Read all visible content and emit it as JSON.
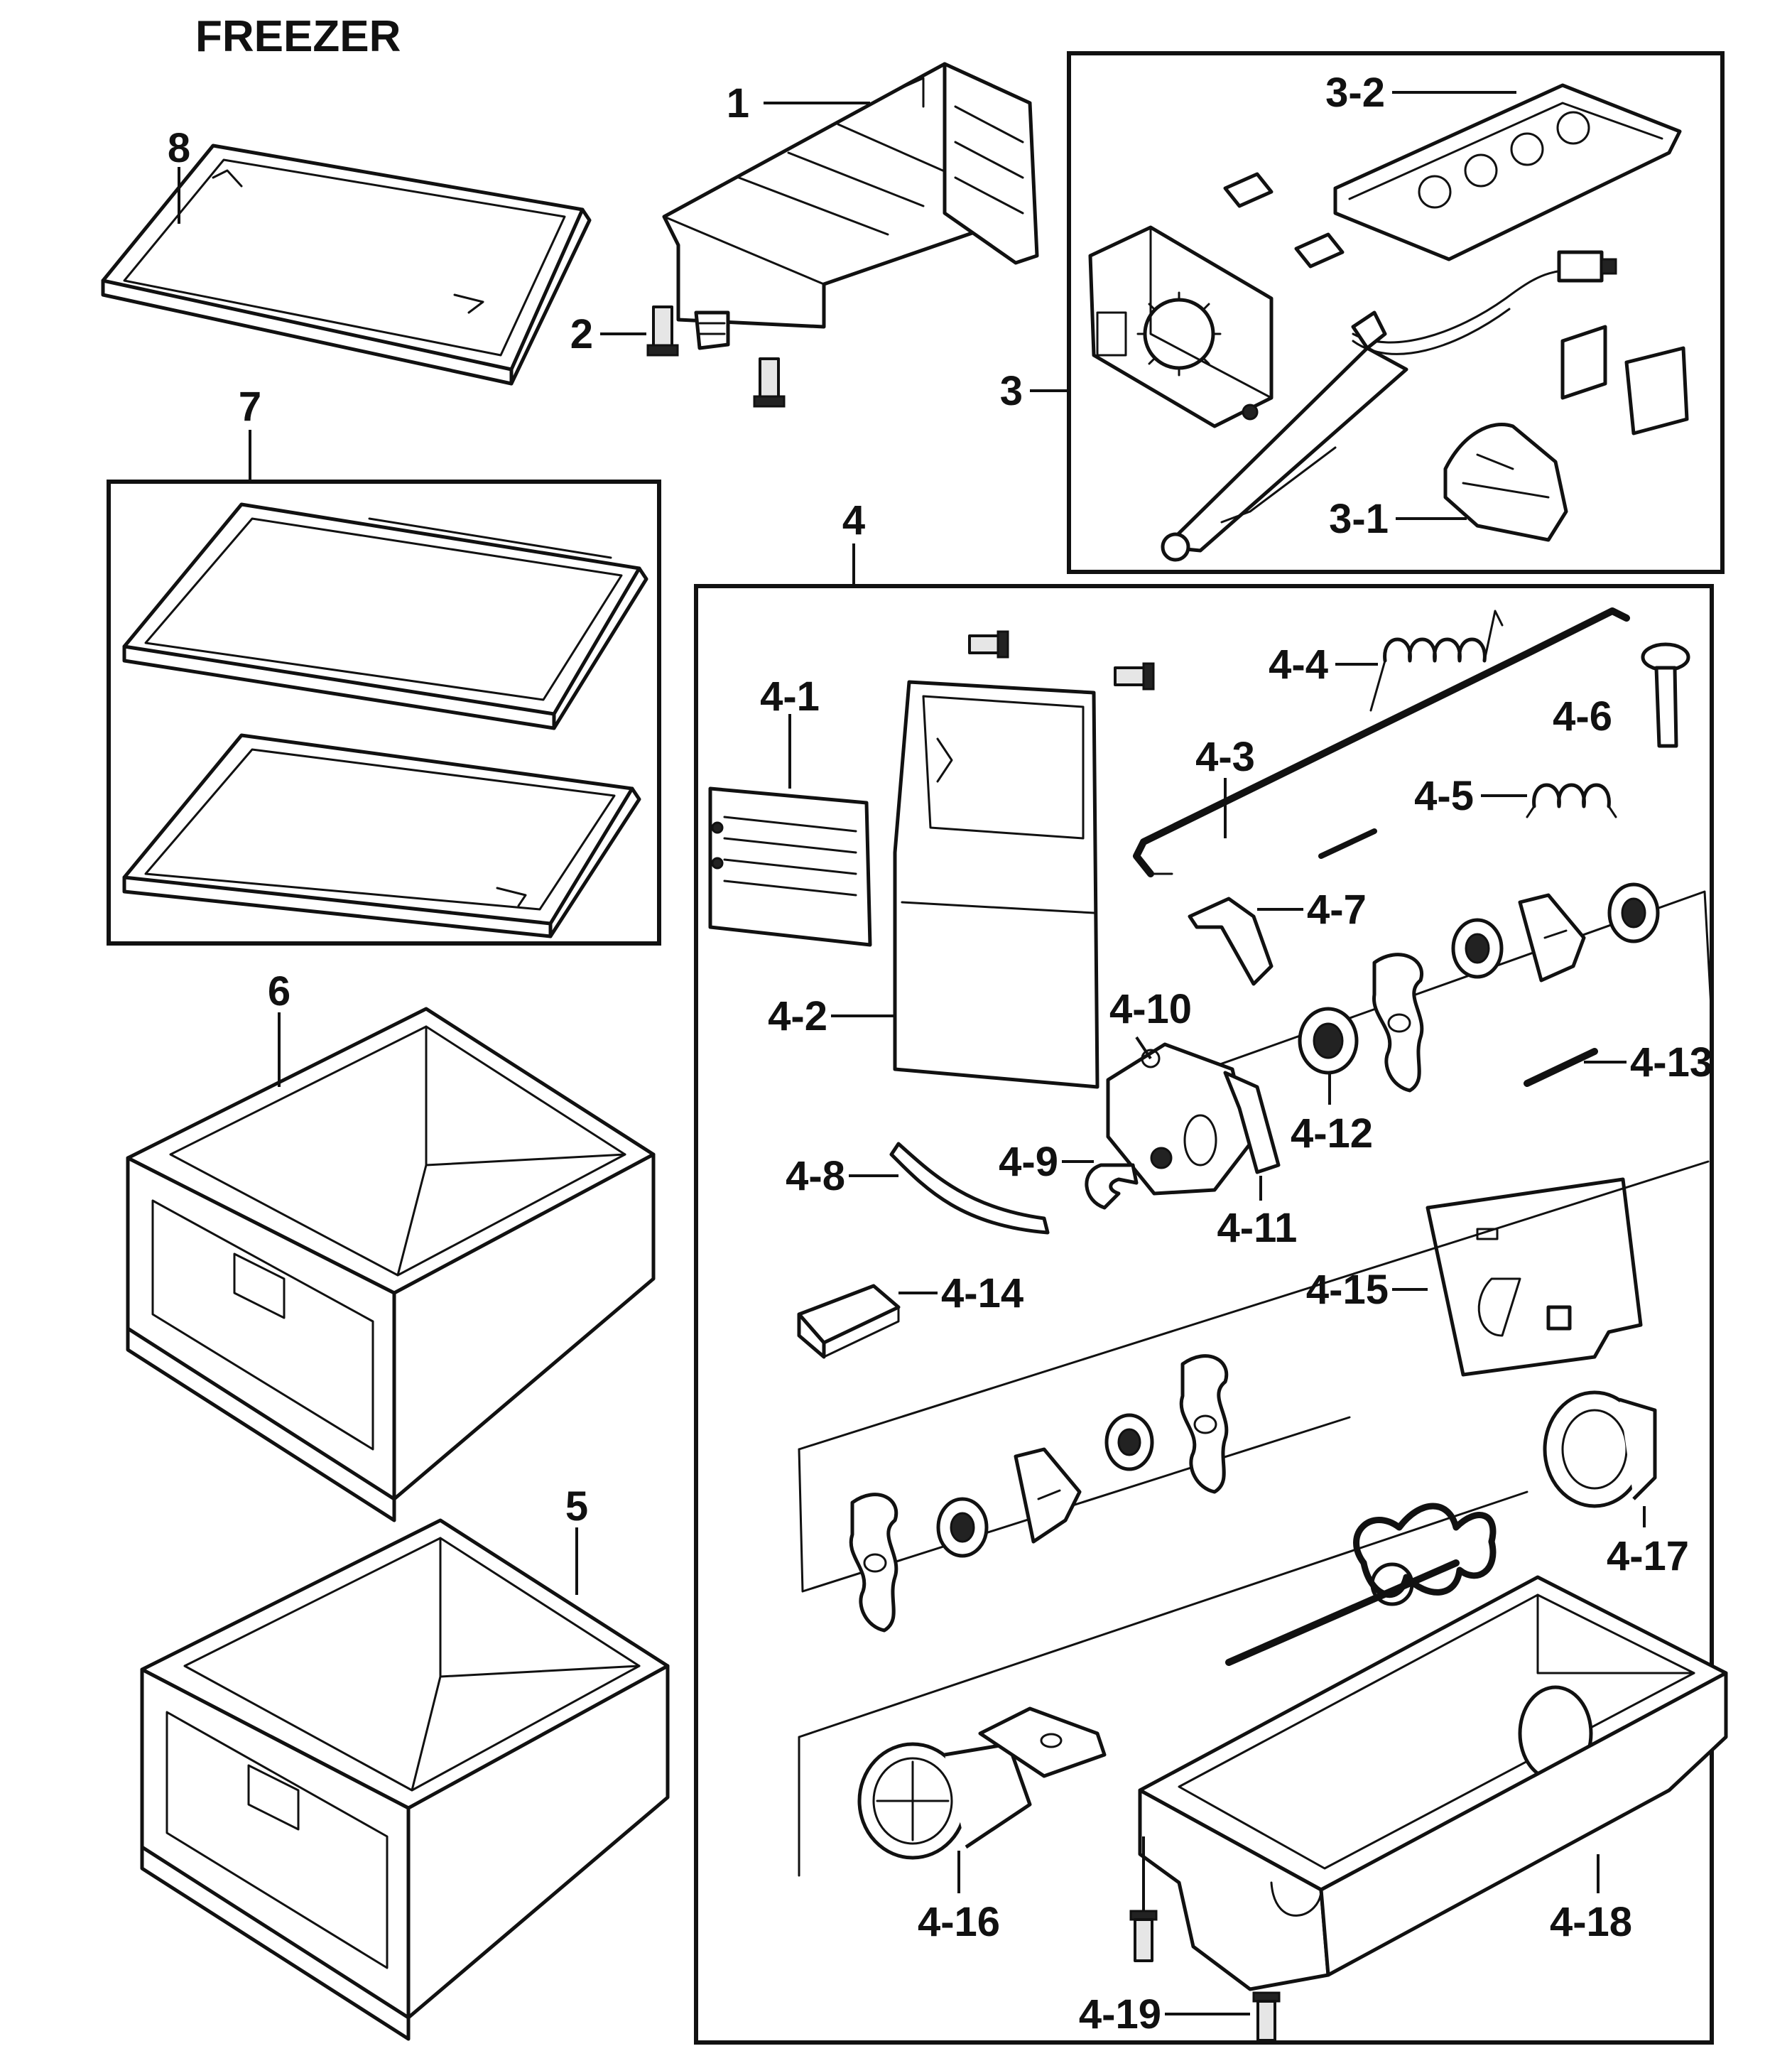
{
  "title": "FREEZER",
  "parts": {
    "p1": "1",
    "p2": "2",
    "p3": "3",
    "p3_1": "3-1",
    "p3_2": "3-2",
    "p4": "4",
    "p4_1": "4-1",
    "p4_2": "4-2",
    "p4_3": "4-3",
    "p4_4": "4-4",
    "p4_5": "4-5",
    "p4_6": "4-6",
    "p4_7": "4-7",
    "p4_8": "4-8",
    "p4_9": "4-9",
    "p4_10": "4-10",
    "p4_11": "4-11",
    "p4_12": "4-12",
    "p4_13": "4-13",
    "p4_14": "4-14",
    "p4_15": "4-15",
    "p4_16": "4-16",
    "p4_17": "4-17",
    "p4_18": "4-18",
    "p4_19": "4-19",
    "p5": "5",
    "p6": "6",
    "p7": "7",
    "p8": "8"
  }
}
